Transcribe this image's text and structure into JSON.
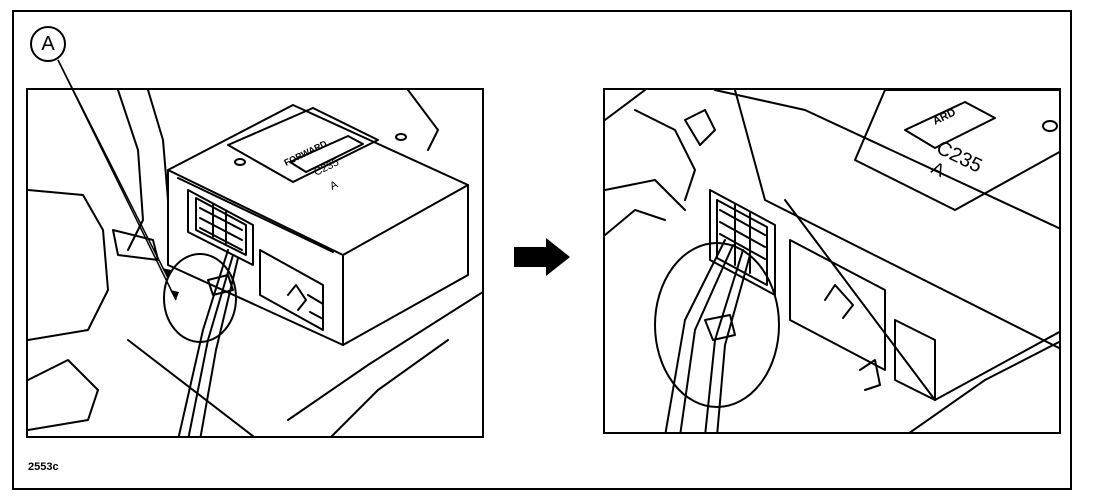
{
  "callout": {
    "letter": "A"
  },
  "left_panel": {
    "label_fwd": "FORWARD",
    "label_connector": "C235",
    "label_pin": "A"
  },
  "right_panel": {
    "label_fwd": "ARD",
    "label_connector": "C235",
    "label_pin": "A"
  },
  "figure": {
    "code": "2553c"
  }
}
